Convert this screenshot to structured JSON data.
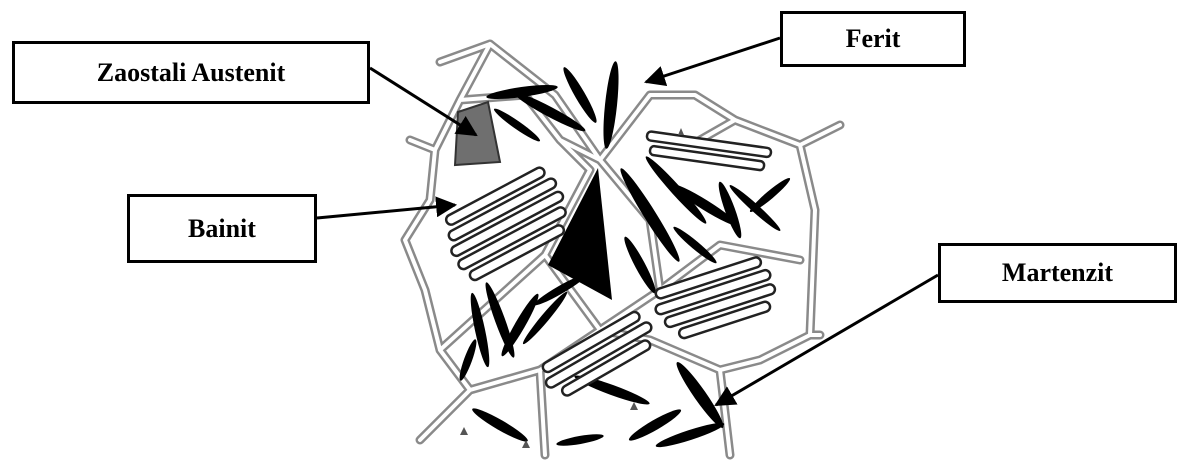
{
  "labels": {
    "retained_austenite": "Zaostali Austenit",
    "ferrite": "Ferit",
    "bainite": "Bainit",
    "martensite": "Martenzit"
  },
  "colors": {
    "grain_boundary": "#9a9a9a",
    "martensite": "#000000",
    "retained_austenite": "#6f6f6f",
    "bainite_lath": "#ffffff"
  }
}
